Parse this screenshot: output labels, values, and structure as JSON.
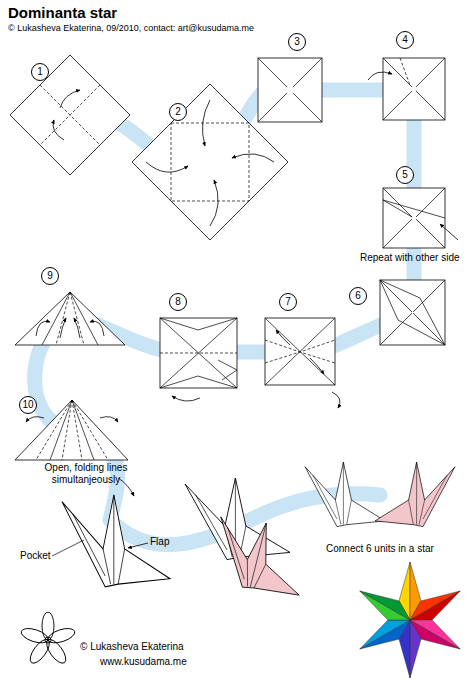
{
  "diagram": {
    "title": "Dominanta star",
    "nodes": [
      {
        "text": [
          "1"
        ]
      },
      {
        "text": [
          "2"
        ]
      },
      {
        "text": [
          "3"
        ]
      },
      {
        "text": [
          "4"
        ]
      },
      {
        "text": [
          "5"
        ]
      },
      {
        "text": [
          "6"
        ]
      },
      {
        "text": [
          "7"
        ]
      },
      {
        "text": [
          "8"
        ]
      },
      {
        "text": [
          "9"
        ]
      },
      {
        "text": [
          "10"
        ]
      }
    ],
    "labels": [
      "© Lukasheva Ekaterina, 09/2010, contact: art@kusudama.me",
      "Repeat with other side",
      "Open, folding lines simultanjeously",
      "Pocket",
      "Flap",
      "Connect 6 units in a star",
      "© Lukasheva Ekaterina",
      "www.kusudama.me"
    ]
  }
}
